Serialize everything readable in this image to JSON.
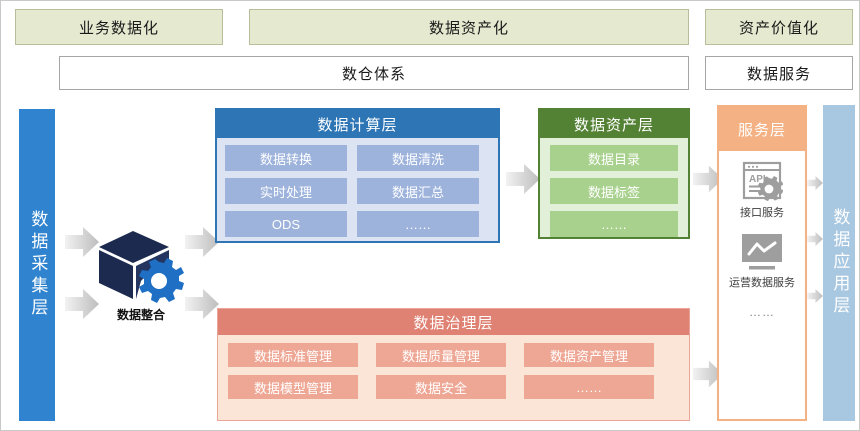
{
  "header": {
    "phases": [
      {
        "label": "业务数据化"
      },
      {
        "label": "数据资产化"
      },
      {
        "label": "资产价值化"
      }
    ],
    "subsystems": [
      {
        "label": "数仓体系"
      },
      {
        "label": "数据服务"
      }
    ]
  },
  "collect_layer": {
    "label": "数据采集层"
  },
  "integration": {
    "label": "数据整合",
    "icon": "cube-gear-icon"
  },
  "compute_layer": {
    "title": "数据计算层",
    "items": [
      "数据转换",
      "数据清洗",
      "实时处理",
      "数据汇总",
      "ODS",
      "……"
    ]
  },
  "asset_layer": {
    "title": "数据资产层",
    "items": [
      "数据目录",
      "数据标签",
      "……"
    ]
  },
  "governance_layer": {
    "title": "数据治理层",
    "items": [
      "数据标准管理",
      "数据质量管理",
      "数据资产管理",
      "数据模型管理",
      "数据安全",
      "……"
    ]
  },
  "service_layer": {
    "title": "服务层",
    "items": [
      {
        "icon": "api-window-gear-icon",
        "label": "接口服务"
      },
      {
        "icon": "monitor-chart-icon",
        "label": "运营数据服务"
      }
    ],
    "more": "……"
  },
  "app_layer": {
    "label": "数据应用层"
  },
  "colors": {
    "phase_fill": "#e5e9cf",
    "collect_bar": "#3083ce",
    "app_bar": "#a8c7e0",
    "compute_header": "#2e75b6",
    "compute_chip": "#9db3dc",
    "asset_header": "#548235",
    "asset_chip": "#a9d18e",
    "governance_header": "#df8274",
    "governance_chip": "#efa795",
    "service_header": "#f4b183",
    "arrow": "#bfbfbf"
  }
}
